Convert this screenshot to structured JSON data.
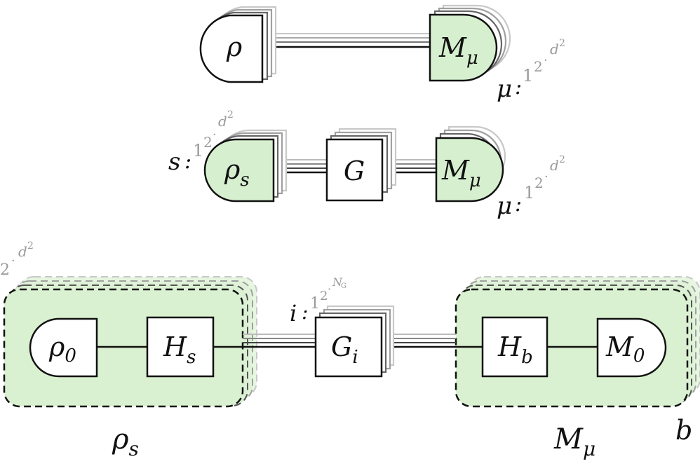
{
  "colors": {
    "green_fill": "#d6f0cf",
    "green_region": "#d9f1d0",
    "stroke": "#111111",
    "ghost": "#9a9a9a"
  },
  "diagram1": {
    "state": "ρ",
    "measurement": "M",
    "measurement_sub": "μ",
    "index_var": "μ",
    "index_sep": ":",
    "index_start": "1",
    "index_second": "2",
    "index_dots": "·",
    "index_end": "d",
    "index_end_exp": "2"
  },
  "diagram2": {
    "state": "ρ",
    "state_sub": "s",
    "state_index_var": "s",
    "gate": "G",
    "measurement": "M",
    "measurement_sub": "μ",
    "index_var": "μ",
    "index_sep": ":",
    "index_start": "1",
    "index_second": "2",
    "index_dots": "·",
    "index_end": "d",
    "index_end_exp": "2"
  },
  "diagram3": {
    "state_corner_index_second": "2",
    "state_corner_index_dots": "·",
    "state_corner_index_end": "d",
    "state_corner_index_end_exp": "2",
    "rho0": "ρ",
    "rho0_sub": "0",
    "hs": "H",
    "hs_sub": "s",
    "gate": "G",
    "gate_sub": "i",
    "gate_index_var": "i",
    "gate_index_sep": ":",
    "gate_index_start": "1",
    "gate_index_second": "2",
    "gate_index_dots": "·",
    "gate_index_end": "N",
    "gate_index_end_sub": "G",
    "hb": "H",
    "hb_sub": "b",
    "m0": "M",
    "m0_sub": "0",
    "caption_left": "ρ",
    "caption_left_sub": "s",
    "caption_right": "M",
    "caption_right_sub": "μ",
    "corner_label": "b"
  }
}
